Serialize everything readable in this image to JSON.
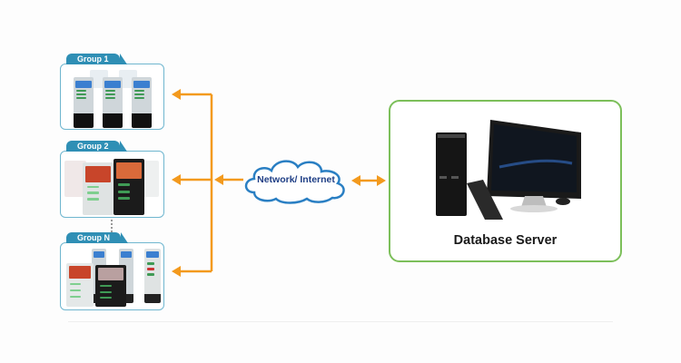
{
  "diagram": {
    "groups": [
      {
        "label": "Group 1"
      },
      {
        "label": "Group 2"
      },
      {
        "label": "Group N"
      }
    ],
    "network": {
      "label": "Network/ Internet",
      "icon": "cloud-icon"
    },
    "server": {
      "label": "Database Server",
      "icon": "desktop-computer-icon"
    },
    "ellipsis_icon": "vertical-dots-icon",
    "colors": {
      "arrow": "#f39a1e",
      "group_border": "#6fb6cf",
      "group_tab": "#2f8fb5",
      "server_border": "#7cbf5a",
      "cloud_border": "#2a7fc3",
      "cloud_text": "#1f3f86"
    }
  }
}
